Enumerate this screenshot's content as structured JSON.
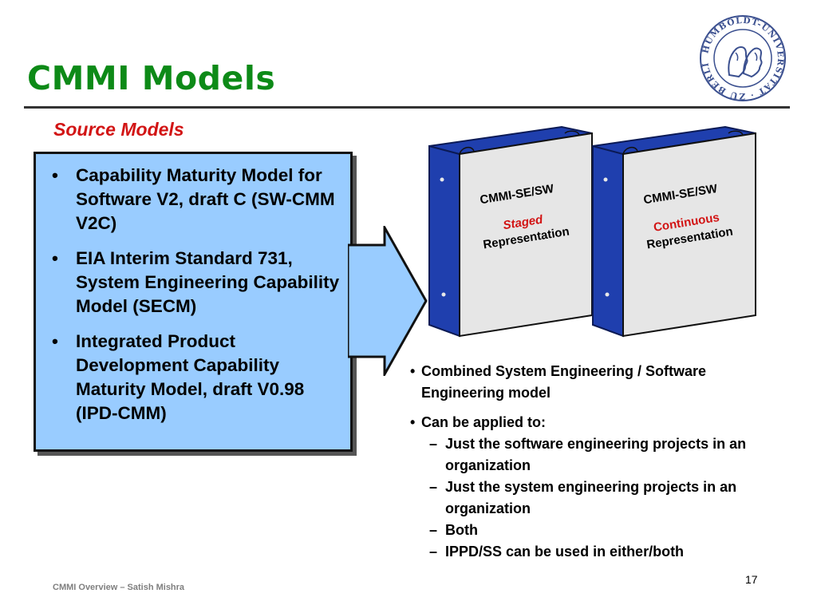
{
  "slide": {
    "title": "CMMI Models",
    "subtitle": "Source Models",
    "page_number": "17",
    "footer": "CMMI Overview –  Satish Mishra"
  },
  "seal": {
    "text": "HUMBOLDT-UNIVERSITÄT · ZU BERLIN ·"
  },
  "source_models": [
    {
      "bullet": "•",
      "text": "Capability Maturity Model for Software V2, draft C (SW-CMM V2C)"
    },
    {
      "bullet": "•",
      "text": "EIA Interim Standard 731, System Engineering Capability Model (SECM)"
    },
    {
      "bullet": "•",
      "text": "Integrated Product Development Capability Maturity Model, draft V0.98 (IPD-CMM)"
    }
  ],
  "binders": [
    {
      "name": "CMMI-SE/SW",
      "type": "Staged",
      "rep": "Representation"
    },
    {
      "name": "CMMI-SE/SW",
      "type": "Continuous",
      "rep": "Representation"
    }
  ],
  "features": {
    "bullet": "•",
    "dash": "–",
    "combined": "Combined System Engineering / Software Engineering model",
    "applied_intro": "Can be applied to:",
    "applied_items": [
      "Just the software engineering projects in an organization",
      "Just the system engineering projects in an organization",
      "Both",
      "IPPD/SS can be used in either/both"
    ]
  },
  "colors": {
    "title": "#0d8a17",
    "subtitle": "#d21414",
    "box_fill": "#99ccff",
    "binder_blue": "#1f3fae",
    "seal_blue": "#3a4f8f"
  }
}
